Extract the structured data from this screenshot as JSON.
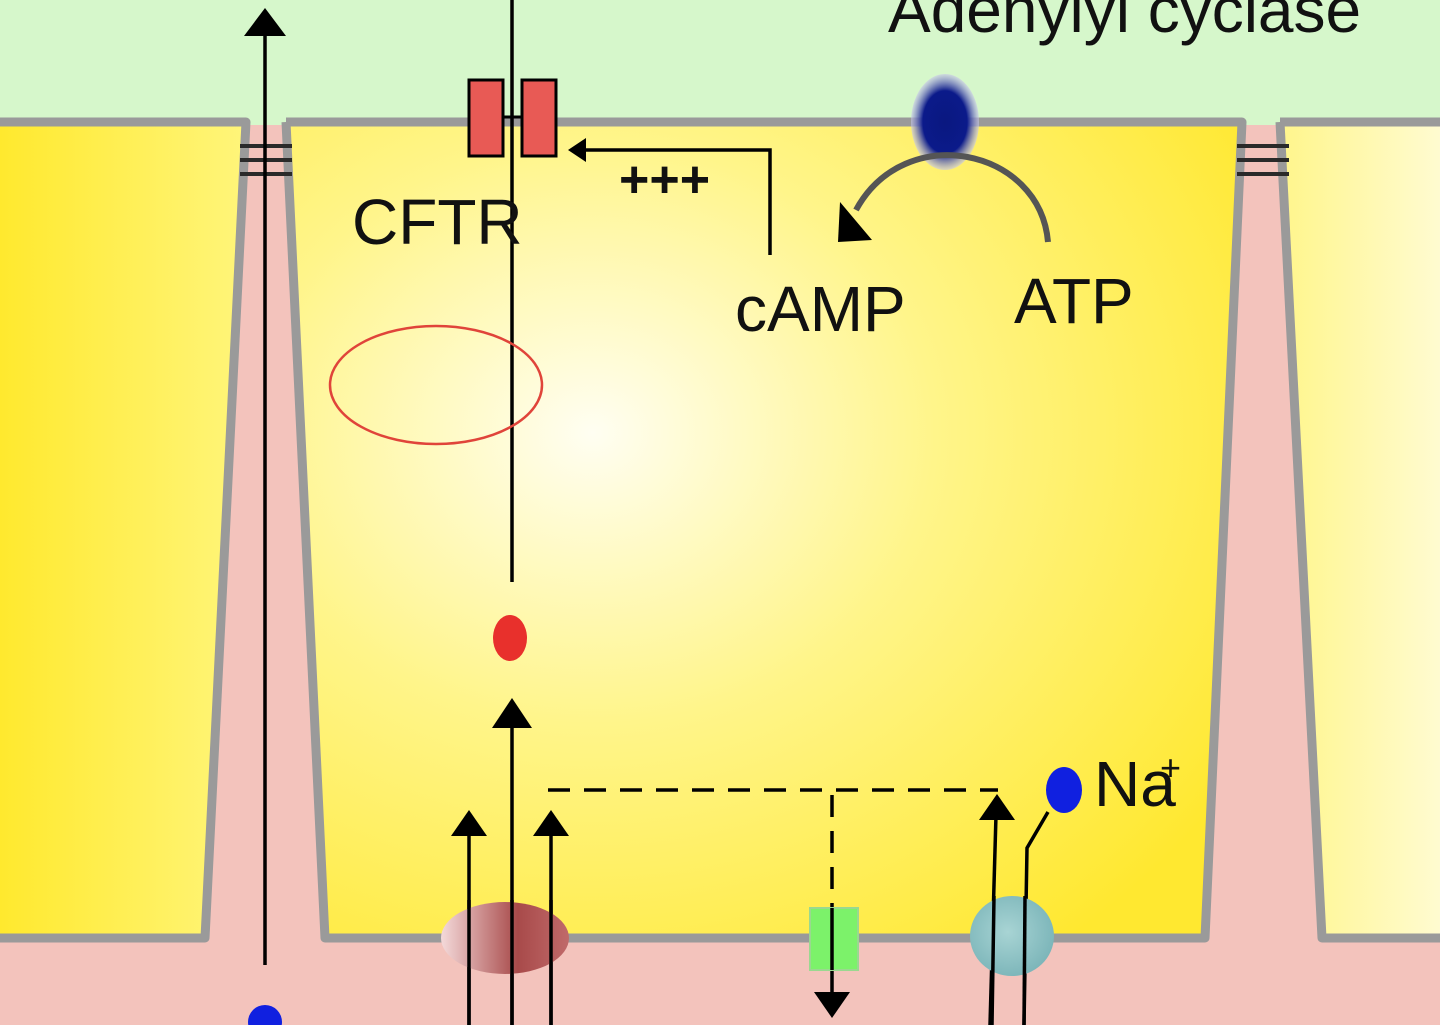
{
  "labels": {
    "adenylyl_cyclase": "Adenylyl cyclase",
    "cftr": "CFTR",
    "camp": "cAMP",
    "atp": "ATP",
    "stimulation": "+++",
    "sodium": "Na",
    "sodium_charge": "+"
  },
  "colors": {
    "lumen": "#d6f7cb",
    "cell_cytoplasm_center": "#fffde8",
    "cell_cytoplasm_edge": "#ffea32",
    "interstitium": "#f3c3bc",
    "membrane": "#9a9a9a",
    "cftr_channel": "#e85a55",
    "adenylyl_cyclase": "#0b1a8a",
    "chloride_ion": "#e8302c",
    "sodium_ion": "#1020e0",
    "cotransporter": "#a84a4a",
    "potassium_channel": "#7cf26a",
    "na_k_pump": "#8cc0c0",
    "highlight_ring": "#e0443a"
  },
  "icons": {
    "cftr": "cftr-channel-icon",
    "enzyme": "adenylyl-cyclase-icon",
    "ion": "ion-dot-icon"
  }
}
